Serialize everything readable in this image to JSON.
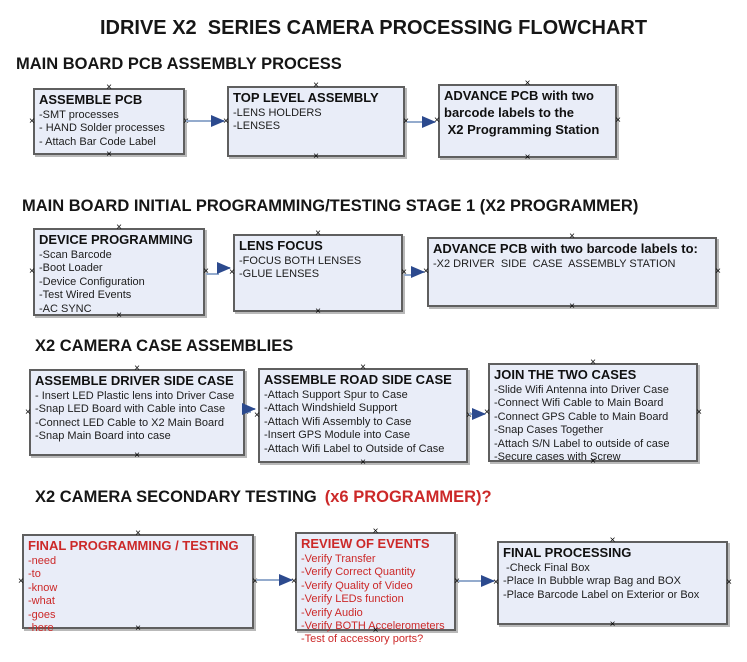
{
  "theme": {
    "red": "#cc2929",
    "box_fill": "#e9edf8",
    "box_border": "#5f5f5f",
    "arrow_line": "#94abcd",
    "arrow_head": "#2c4a8e",
    "ink": "#111111"
  },
  "title": "IDRIVE X2  SERIES CAMERA PROCESSING FLOWCHART",
  "icons": {
    "connection_handle": "×"
  },
  "sections": [
    {
      "heading": "MAIN BOARD PCB ASSEMBLY PROCESS"
    },
    {
      "heading": "MAIN BOARD INITIAL PROGRAMMING/TESTING STAGE 1 (X2 PROGRAMMER)"
    },
    {
      "heading": "X2 CAMERA CASE ASSEMBLIES"
    },
    {
      "heading": "X2 CAMERA SECONDARY TESTING",
      "heading_suffix": "(x6 PROGRAMMER)?"
    }
  ],
  "boxes": [
    {
      "title": "ASSEMBLE PCB",
      "lines": [
        "-SMT processes",
        "- HAND Solder processes",
        "- Attach Bar Code Label"
      ]
    },
    {
      "title": "TOP LEVEL ASSEMBLY",
      "lines": [
        "-LENS HOLDERS",
        "-LENSES"
      ]
    },
    {
      "title": "ADVANCE PCB with two\nbarcode labels to the\n X2 Programming Station",
      "lines": []
    },
    {
      "title": "DEVICE PROGRAMMING",
      "lines": [
        "-Scan Barcode",
        "-Boot Loader",
        "-Device Configuration",
        "-Test Wired Events",
        "-AC SYNC"
      ]
    },
    {
      "title": "LENS FOCUS",
      "lines": [
        "-FOCUS BOTH LENSES",
        "-GLUE LENSES"
      ]
    },
    {
      "title": "ADVANCE PCB with two barcode labels to:",
      "lines": [
        "-X2 DRIVER  SIDE  CASE  ASSEMBLY STATION"
      ]
    },
    {
      "title": "ASSEMBLE DRIVER SIDE CASE",
      "lines": [
        "- Insert LED Plastic lens into Driver Case",
        "-Snap LED Board with Cable into Case",
        "-Connect LED Cable to X2 Main Board",
        "-Snap Main Board into case"
      ]
    },
    {
      "title": "ASSEMBLE ROAD SIDE CASE",
      "lines": [
        "-Attach Support Spur to Case",
        "-Attach Windshield Support",
        "-Attach Wifi Assembly to Case",
        "-Insert GPS Module into Case",
        "-Attach Wifi Label to Outside of Case"
      ]
    },
    {
      "title": "JOIN THE TWO CASES",
      "lines": [
        "-Slide Wifi Antenna into Driver Case",
        "-Connect Wifi Cable to Main Board",
        "-Connect GPS Cable to Main Board",
        "-Snap Cases Together",
        "-Attach S/N Label to outside of case",
        "-Secure cases with Screw"
      ]
    },
    {
      "title": "FINAL PROGRAMMING / TESTING",
      "lines": [
        "-need",
        "-to",
        "-know",
        "-what",
        "-goes",
        "-here"
      ]
    },
    {
      "title": "REVIEW OF EVENTS",
      "lines": [
        "-Verify Transfer",
        "-Verify Correct Quantity",
        "-Verify Quality of Video",
        "-Verify LEDs function",
        "-Verify Audio",
        "-Verify BOTH Accelerometers",
        "-Test of accessory ports?"
      ]
    },
    {
      "title": "FINAL PROCESSING",
      "lines": [
        " -Check Final Box",
        "-Place In Bubble wrap Bag and BOX",
        "-Place Barcode Label on Exterior or Box"
      ]
    }
  ]
}
